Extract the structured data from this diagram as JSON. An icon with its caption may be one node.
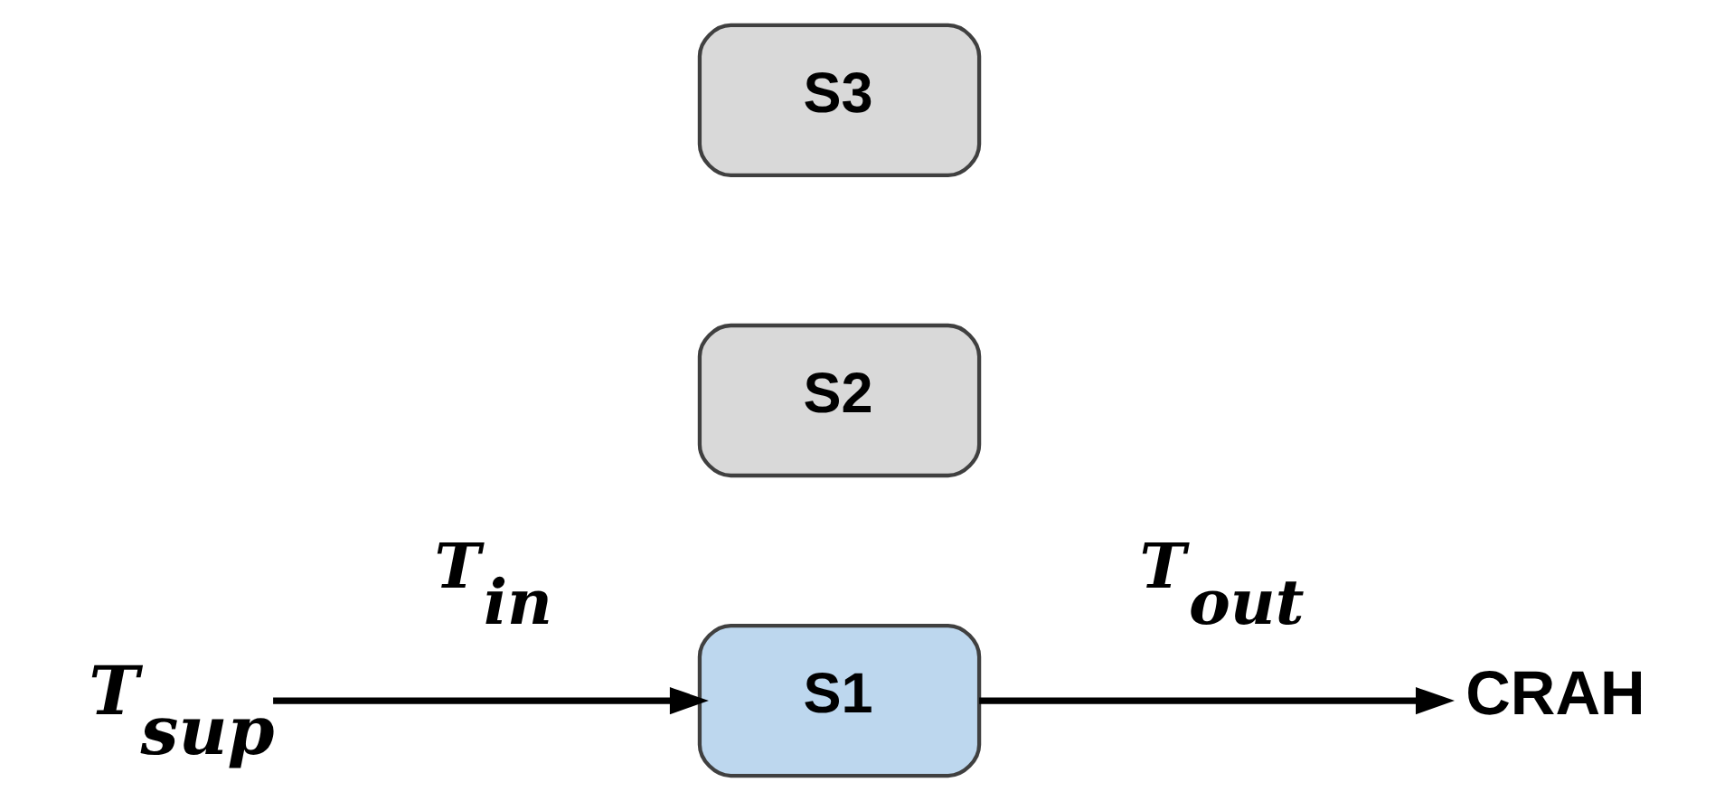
{
  "diagram": {
    "nodes": [
      {
        "text": [
          "T$_{sup}$"
        ]
      },
      {
        "text": [
          "S1"
        ]
      },
      {
        "text": [
          "CRAH"
        ]
      },
      {
        "text": [
          "S2"
        ]
      },
      {
        "text": [
          "S3"
        ]
      }
    ],
    "edges": [
      {
        "from": 0,
        "to": 1,
        "arrow": "to",
        "label": "T$_{in}$"
      },
      {
        "from": 1,
        "to": 2,
        "arrow": "to",
        "label": "T$_{out}$"
      }
    ]
  }
}
